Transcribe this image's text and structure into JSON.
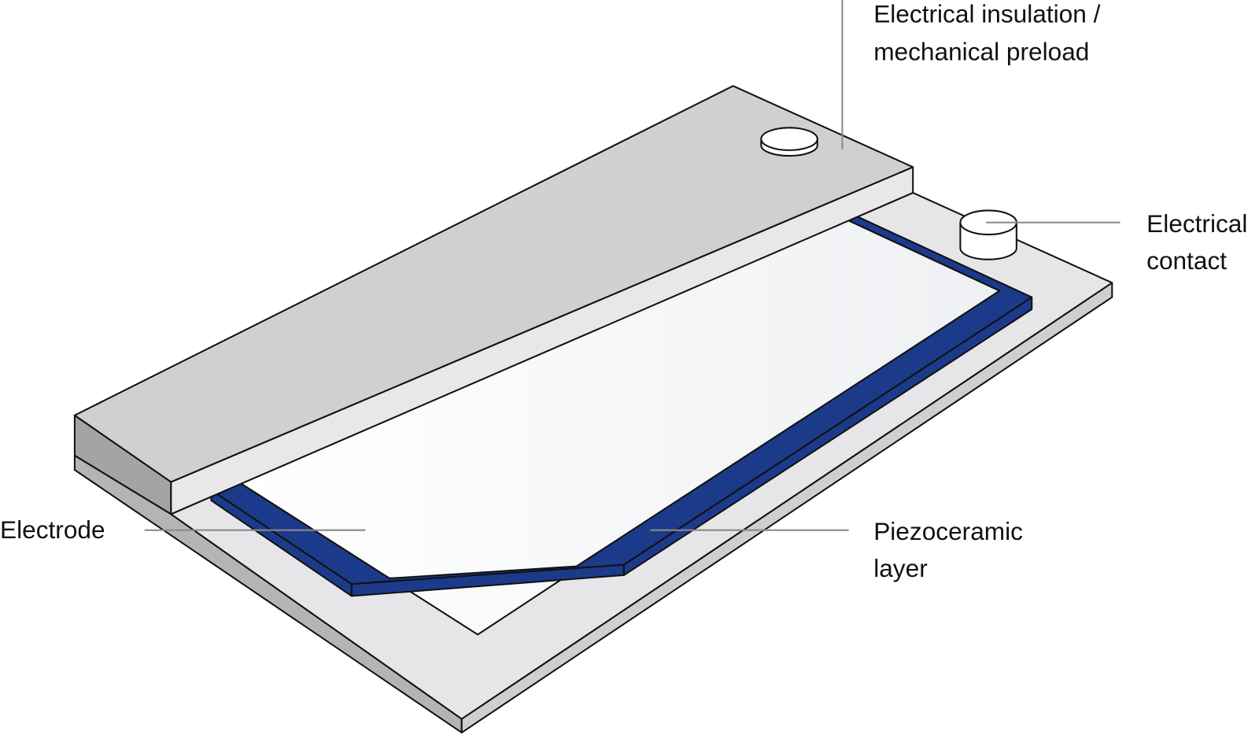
{
  "labels": {
    "insulation_line1": "Electrical insulation /",
    "insulation_line2": "mechanical preload",
    "contact_line1": "Electrical",
    "contact_line2": "contact",
    "electrode": "Electrode",
    "piezo_line1": "Piezoceramic",
    "piezo_line2": "layer"
  },
  "colors": {
    "piezo_blue": "#1c3a8a",
    "block_top": "#d0d0d2",
    "base_top": "#e6e6e8",
    "side_dark": "#a9a9ab",
    "electrode": "#f6f7f9"
  }
}
